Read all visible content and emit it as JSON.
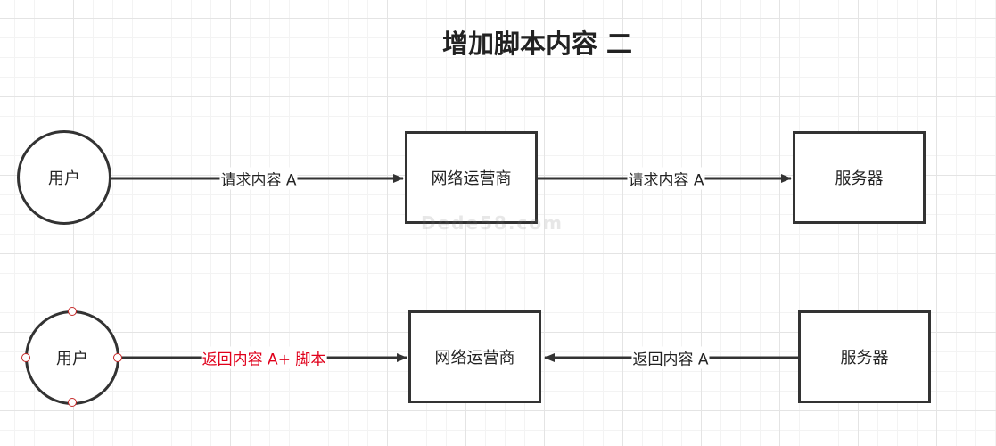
{
  "title": "增加脚本内容 二",
  "watermark": "Dede58.com",
  "colors": {
    "stroke": "#333333",
    "highlight_text": "#e0001b",
    "handle": "#c62828"
  },
  "row1": {
    "user": "用户",
    "isp": "网络运营商",
    "server": "服务器",
    "edge_user_isp": "请求内容 A",
    "edge_isp_server": "请求内容 A"
  },
  "row2": {
    "user": "用户",
    "isp": "网络运营商",
    "server": "服务器",
    "edge_server_isp": "返回内容 A",
    "edge_isp_user": "返回内容 A+ 脚本"
  }
}
